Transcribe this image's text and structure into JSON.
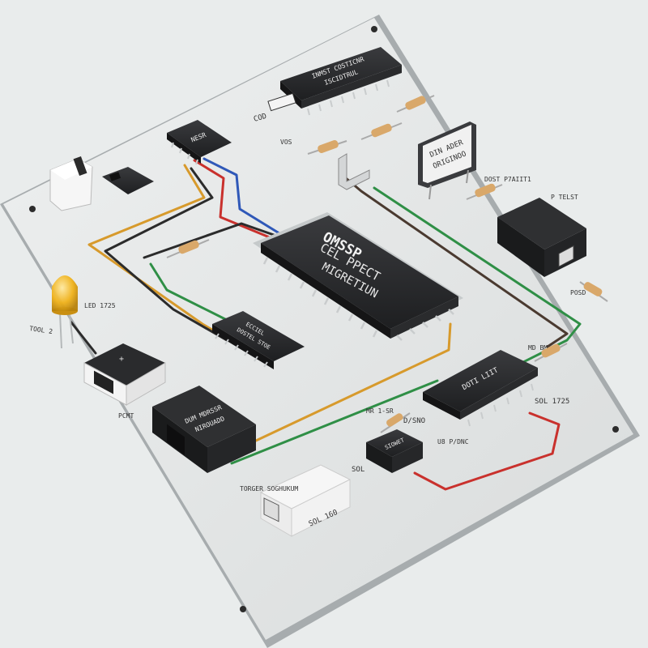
{
  "colors": {
    "background": "#e9ecec",
    "board": "#e3e6e6",
    "board_edge": "#9aa0a2",
    "chip": "#2a2b2d",
    "wire_red": "#c9312d",
    "wire_green": "#2f8f46",
    "wire_blue": "#2f58b8",
    "wire_orange": "#d79a2c",
    "wire_black": "#2b2b2b",
    "led": "#f0b21a"
  },
  "labels": {
    "main_chip_line1": "OMSSP",
    "main_chip_line2": "CEL PPECT",
    "main_chip_line3": "MIGRETIUN",
    "top_chip_line1": "INMST COSTICNR",
    "top_chip_line2": "ISCIDTRUL",
    "topleft_chip": "NESR",
    "mid_chip_line1": "ECCIEL",
    "mid_chip_line2": "DOSTEL STOE",
    "right_chip": "DOTI LIIT",
    "module_line1": "DUM MDRSSR",
    "module_line2": "NIROUADD",
    "small_chip": "SIOWET",
    "white_module_line1": "TORGER SOGHUKUM",
    "white_module_line2": "SOL 160",
    "relay_line1": "DIN ADER",
    "relay_line2": "ORIGINOO",
    "tag_todl": "TOOL 2",
    "tag_led": "LED 1725",
    "tag_pcmt": "PCMT",
    "tag_sol1725": "SOL 1725",
    "tag_sol": "SOL",
    "tag_dsno": "D/SNO",
    "tag_m1sr": "MR 1-SR",
    "tag_right": "P TELST",
    "tag_ocm": "DOST P7AIIT1",
    "tag_vos": "VOS",
    "tag_cod": "COD",
    "tag_bottom_mid": "U8 P/DNC",
    "tag_md": "MD BM",
    "tag_posd": "POSD"
  }
}
